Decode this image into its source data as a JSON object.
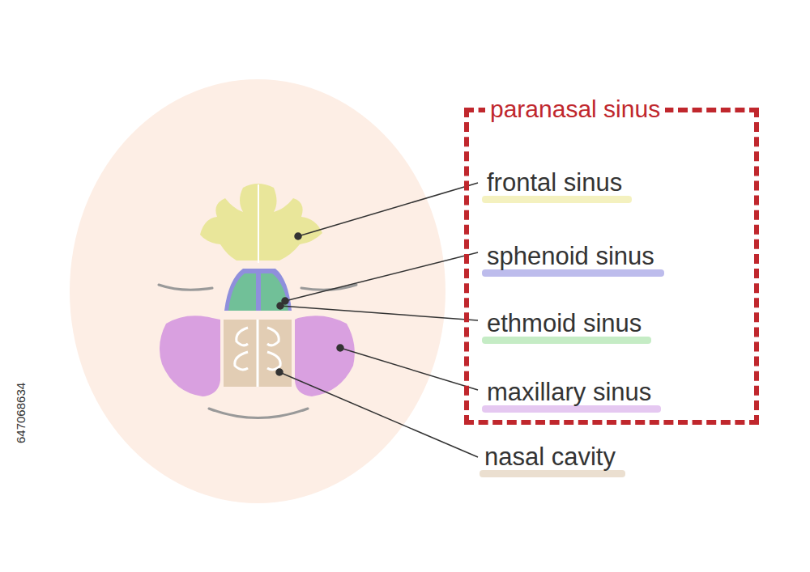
{
  "diagram": {
    "nodes": [
      {
        "text": [
          "paranasal sinus"
        ]
      },
      {
        "text": [
          "frontal sinus"
        ],
        "in": 0
      },
      {
        "text": [
          "sphenoid sinus"
        ],
        "in": 0
      },
      {
        "text": [
          "ethmoid sinus"
        ],
        "in": 0
      },
      {
        "text": [
          "maxillary sinus"
        ],
        "in": 0
      },
      {
        "text": [
          "nasal cavity"
        ]
      }
    ],
    "labels": [
      "647068634"
    ]
  }
}
